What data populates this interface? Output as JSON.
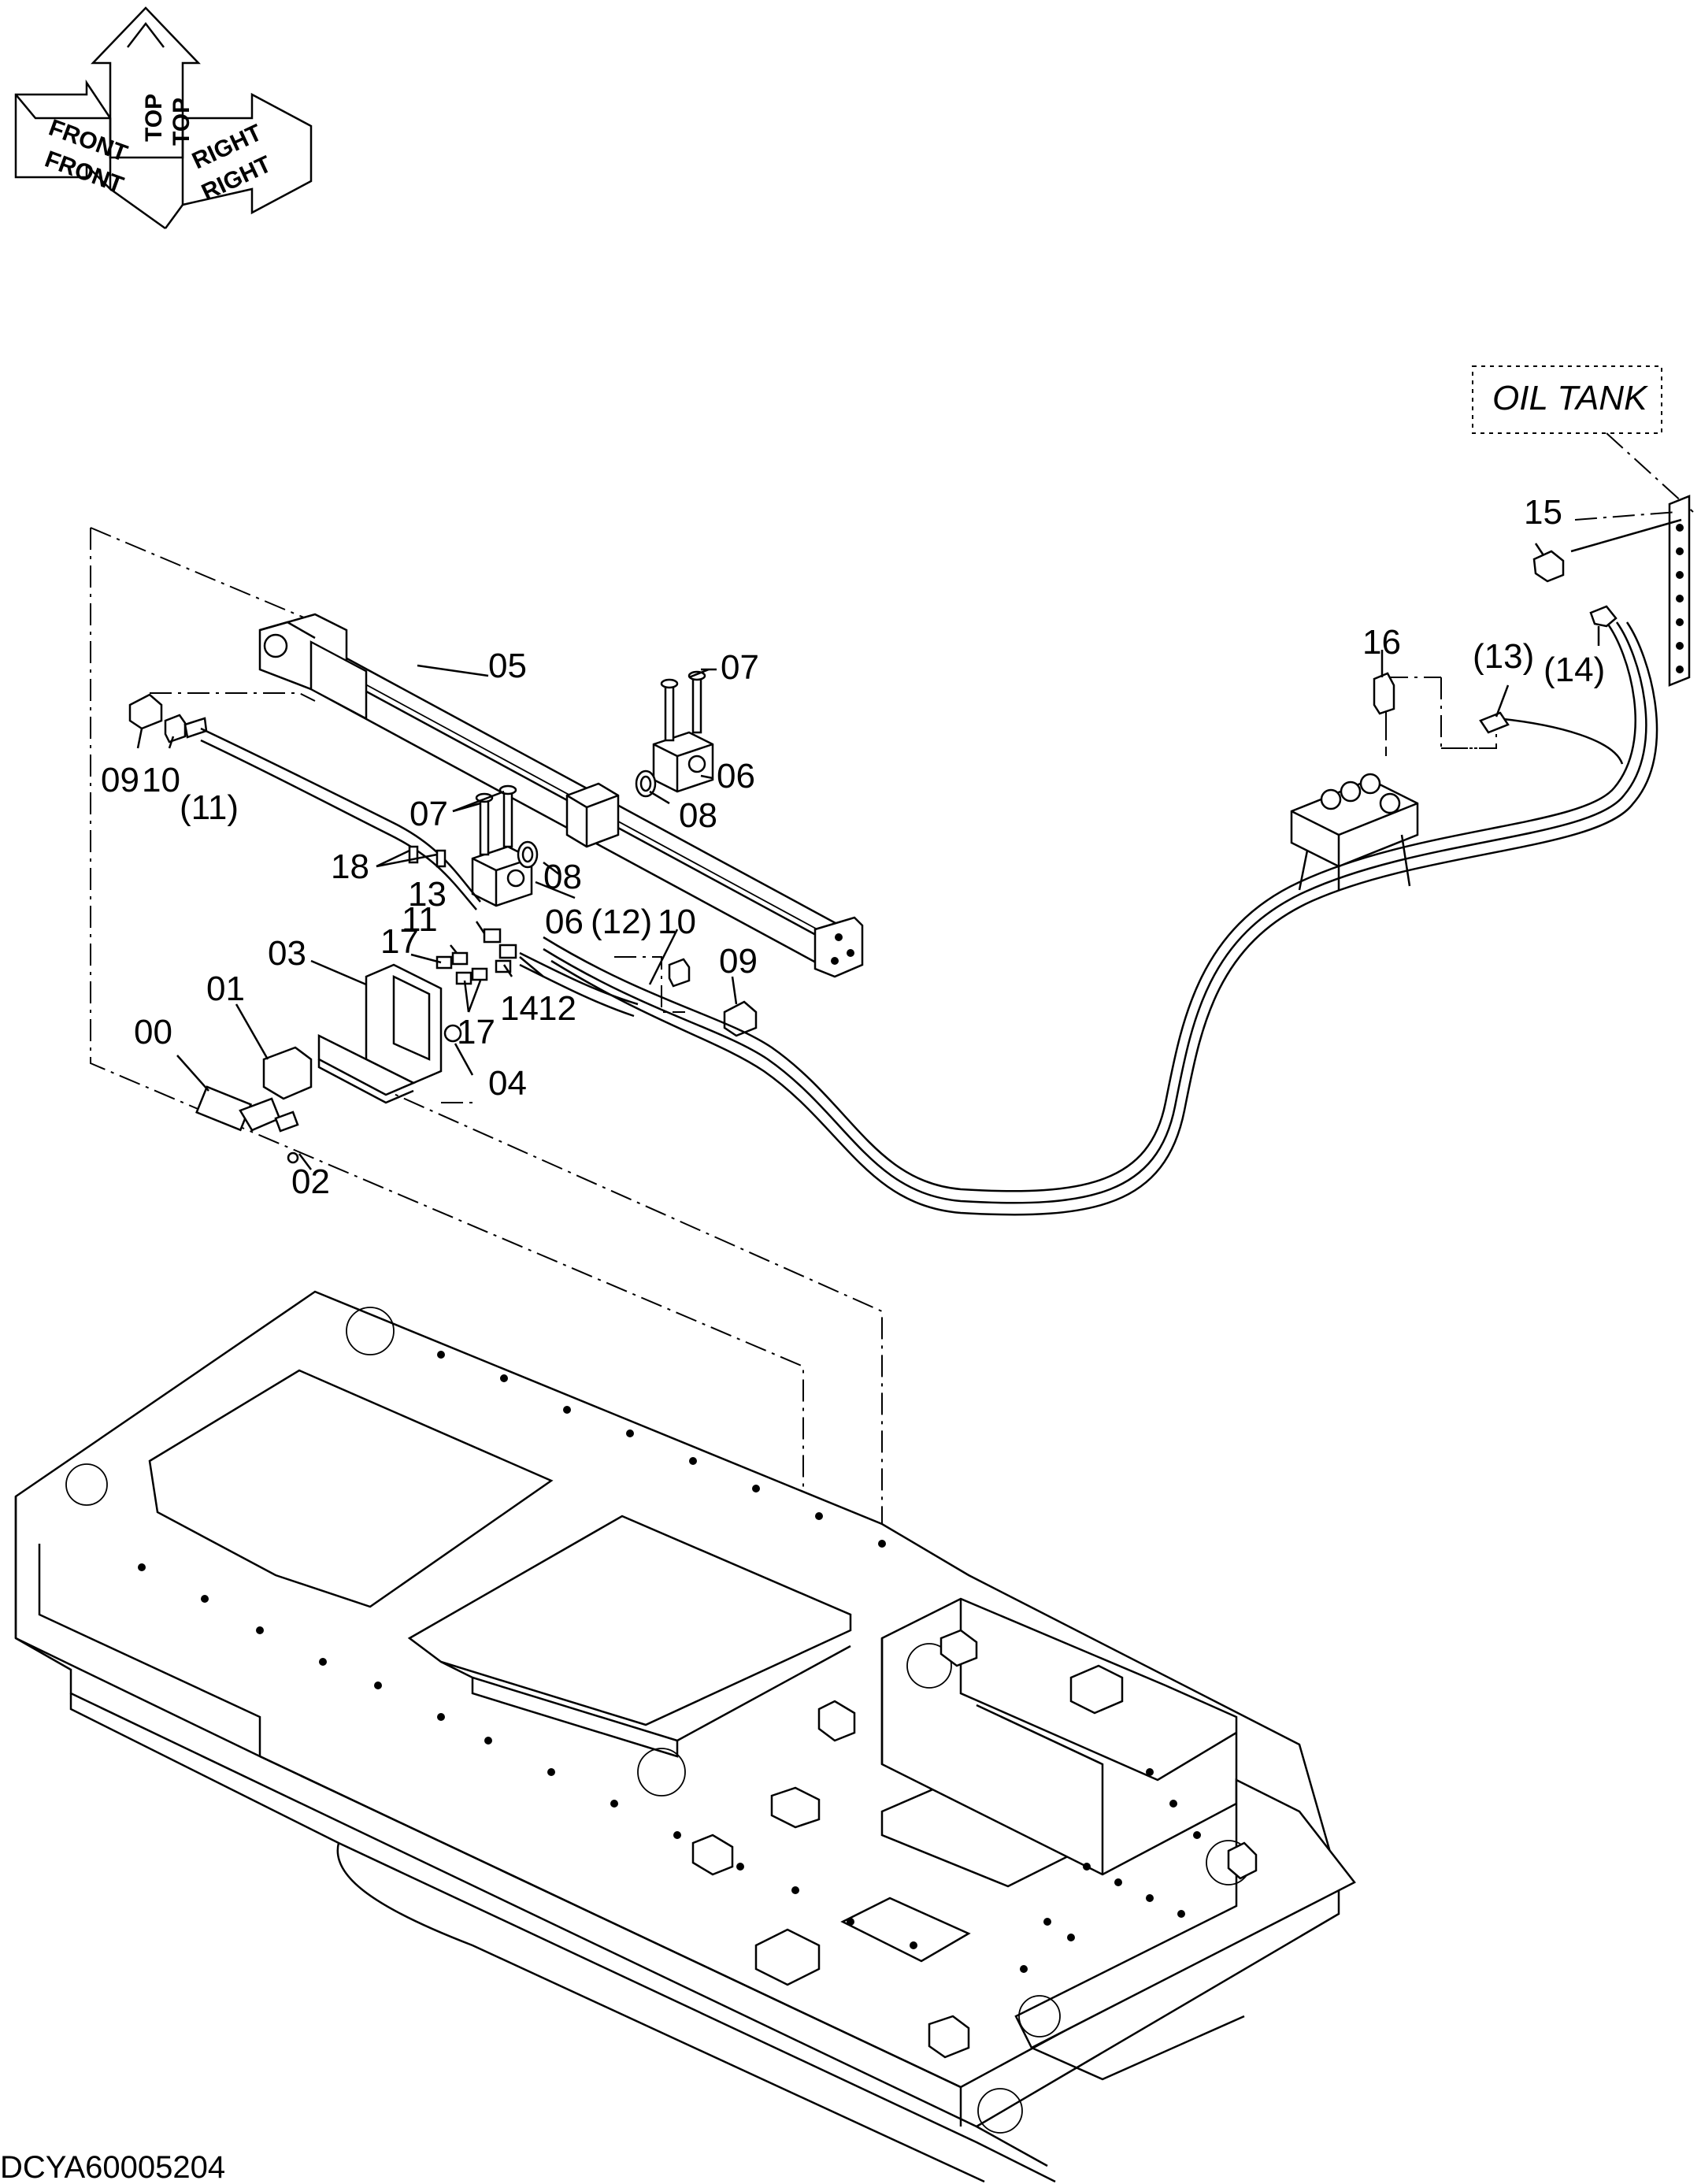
{
  "orientation": {
    "top": "TOP",
    "front": "FRONT",
    "right": "RIGHT"
  },
  "labels": {
    "oil_tank": "OIL TANK"
  },
  "callouts": {
    "c00": "00",
    "c01": "01",
    "c02": "02",
    "c03": "03",
    "c04": "04",
    "c05": "05",
    "c06a": "06",
    "c06b": "06",
    "c07a": "07",
    "c07b": "07",
    "c08a": "08",
    "c08b": "08",
    "c09a": "09",
    "c09b": "09",
    "c10a": "10",
    "c10b": "10",
    "c11a": "(11)",
    "c11b": "11",
    "c12a": "(12)",
    "c12b": "12",
    "c13a": "(13)",
    "c13b": "13",
    "c14a": "(14)",
    "c14b": "14",
    "c15": "15",
    "c16": "16",
    "c17a": "17",
    "c17b": "17",
    "c18": "18"
  },
  "document_id": "DCYA60005204"
}
